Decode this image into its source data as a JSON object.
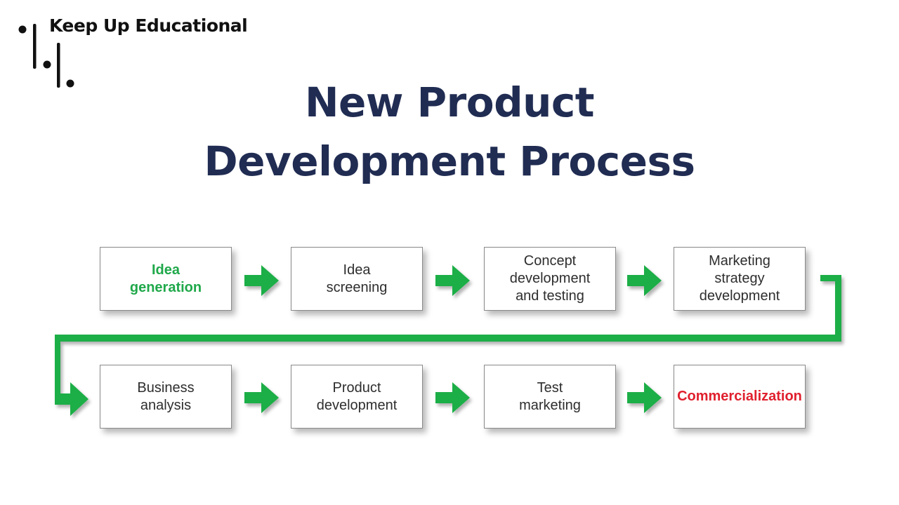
{
  "brand": {
    "name": "Keep Up Educational",
    "logo_icon": "dots-and-bars-logo-icon"
  },
  "title": {
    "line1": "New Product",
    "line2": "Development Process"
  },
  "colors": {
    "title": "#202c52",
    "arrow": "#1fae46",
    "highlight_start": "#1fa84a",
    "highlight_end": "#e0202e"
  },
  "diagram": {
    "row1": [
      {
        "label": "Idea\ngeneration",
        "style": "green"
      },
      {
        "label": "Idea\nscreening",
        "style": "normal"
      },
      {
        "label": "Concept\ndevelopment\nand testing",
        "style": "normal"
      },
      {
        "label": "Marketing\nstrategy\ndevelopment",
        "style": "normal"
      }
    ],
    "row2": [
      {
        "label": "Business\nanalysis",
        "style": "normal"
      },
      {
        "label": "Product\ndevelopment",
        "style": "normal"
      },
      {
        "label": "Test\nmarketing",
        "style": "normal"
      },
      {
        "label": "Commercialization",
        "style": "red"
      }
    ]
  }
}
